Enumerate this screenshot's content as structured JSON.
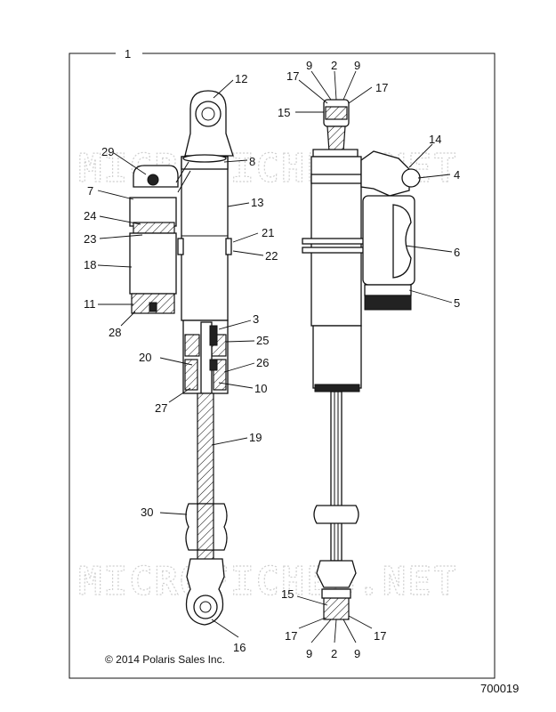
{
  "frame_label": "1",
  "watermarks": [
    "MICROFICHES.NET",
    "MICROFICHES.NET"
  ],
  "copyright": "© 2014 Polaris Sales Inc.",
  "figure_id": "700019",
  "callouts": {
    "c12": "12",
    "c29": "29",
    "c8": "8",
    "c7": "7",
    "c13": "13",
    "c24": "24",
    "c23": "23",
    "c21": "21",
    "c22": "22",
    "c18": "18",
    "c11": "11",
    "c28": "28",
    "c3": "3",
    "c25": "25",
    "c20": "20",
    "c26": "26",
    "c10": "10",
    "c27": "27",
    "c19": "19",
    "c30": "30",
    "c16": "16",
    "r17a": "17",
    "r9a": "9",
    "r2a": "2",
    "r9b": "9",
    "r17b": "17",
    "r15a": "15",
    "r14": "14",
    "r4": "4",
    "r6": "6",
    "r5": "5",
    "r15b": "15",
    "r17c": "17",
    "r17d": "17",
    "r9c": "9",
    "r2b": "2",
    "r9d": "9"
  }
}
